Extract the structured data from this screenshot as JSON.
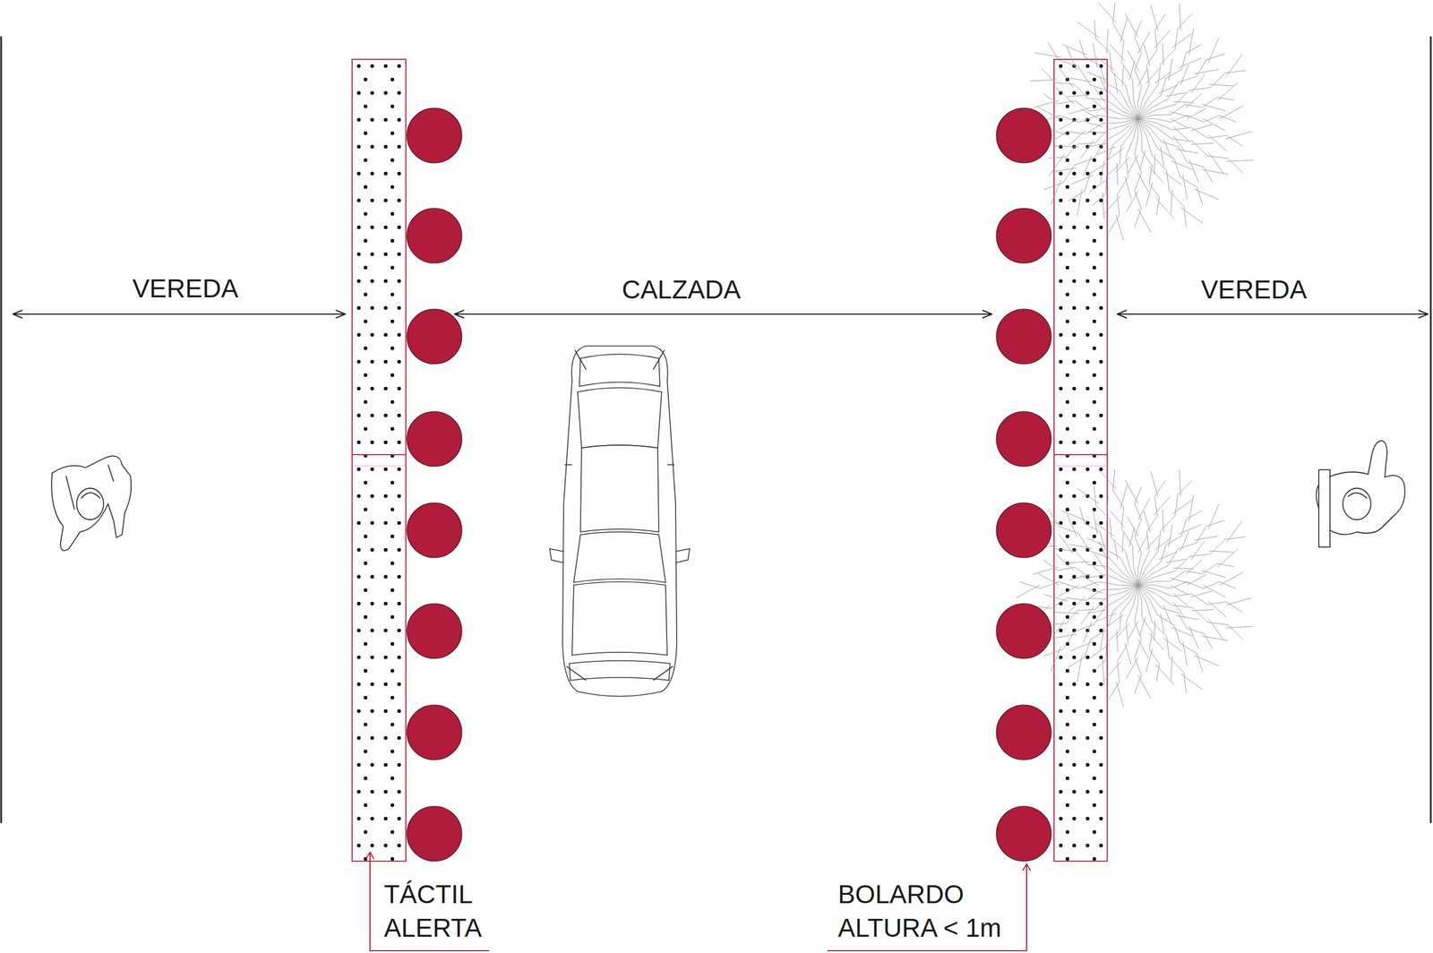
{
  "diagram": {
    "labels": [
      "VEREDA",
      "CALZADA",
      "VEREDA",
      "TÁCTIL ALERTA",
      "BOLARDO ALTURA < 1m"
    ]
  }
}
